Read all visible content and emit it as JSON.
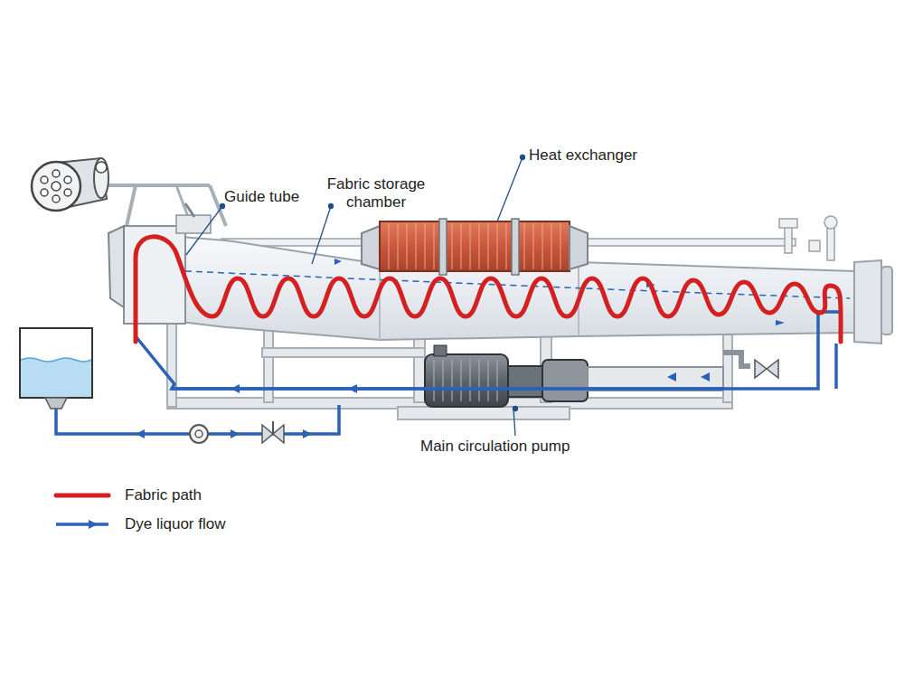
{
  "diagram": {
    "labels": [
      "Guide tube",
      "Fabric storage chamber",
      "Heat exchanger",
      "Main circulation pump"
    ],
    "legend": [
      {
        "text": "Fabric path"
      },
      {
        "text": "Dye liquor flow"
      }
    ]
  }
}
